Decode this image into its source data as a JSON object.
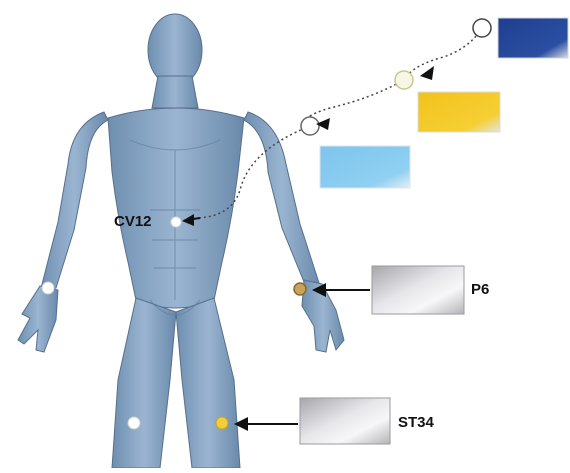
{
  "figure": {
    "points": [
      {
        "id": "cv12",
        "label": "CV12",
        "marker_color": "#ffffff"
      },
      {
        "id": "p6",
        "label": "P6",
        "marker_color": "#c9a35a"
      },
      {
        "id": "st34",
        "label": "ST34",
        "marker_color": "#f2cf3a"
      }
    ],
    "patches": [
      {
        "name": "patch-dark-blue",
        "color": "#1f3f8f"
      },
      {
        "name": "patch-yellow",
        "color": "#f2c21a"
      },
      {
        "name": "patch-light-blue",
        "color": "#7fc4ec"
      },
      {
        "name": "patch-silver",
        "color": "#c6c6c8"
      }
    ],
    "colors": {
      "body": "#7e9cbc",
      "body_shadow": "#5f7f9f",
      "arrow": "#111111",
      "dotted_line": "#444444"
    }
  }
}
